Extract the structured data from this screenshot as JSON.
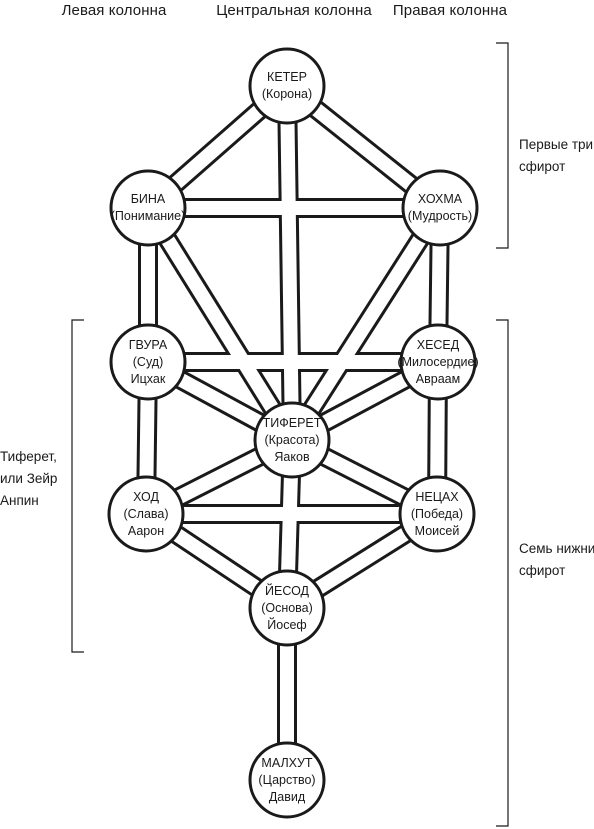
{
  "columns": {
    "left": "Левая колонна",
    "center": "Центральная колонна",
    "right": "Правая колонна"
  },
  "sefirot": {
    "keter": {
      "name": "КЕТЕР",
      "meaning": "(Корона)"
    },
    "bina": {
      "name": "БИНА",
      "meaning": "(Понимание)"
    },
    "hokhma": {
      "name": "ХОХМА",
      "meaning": "(Мудрость)"
    },
    "gvura": {
      "name": "ГВУРА",
      "meaning": "(Суд)",
      "person": "Ицхак"
    },
    "hesed": {
      "name": "ХЕСЕД",
      "meaning": "(Милосердие)",
      "person": "Авраам"
    },
    "tiferet": {
      "name": "ТИФЕРЕТ",
      "meaning": "(Красота)",
      "person": "Яаков"
    },
    "hod": {
      "name": "ХОД",
      "meaning": "(Слава)",
      "person": "Аарон"
    },
    "netsah": {
      "name": "НЕЦАХ",
      "meaning": "(Победа)",
      "person": "Моисей"
    },
    "yesod": {
      "name": "ЙЕСОД",
      "meaning": "(Основа)",
      "person": "Йосеф"
    },
    "malkhut": {
      "name": "МАЛХУТ",
      "meaning": "(Царство)",
      "person": "Давид"
    }
  },
  "annotations": {
    "first_three": [
      "Первые три",
      "сфирот"
    ],
    "seven_lower": [
      "Семь нижних",
      "сфирот"
    ],
    "tiferet_zeir": [
      "Тиферет,",
      "или Зейр",
      "Анпин"
    ]
  }
}
